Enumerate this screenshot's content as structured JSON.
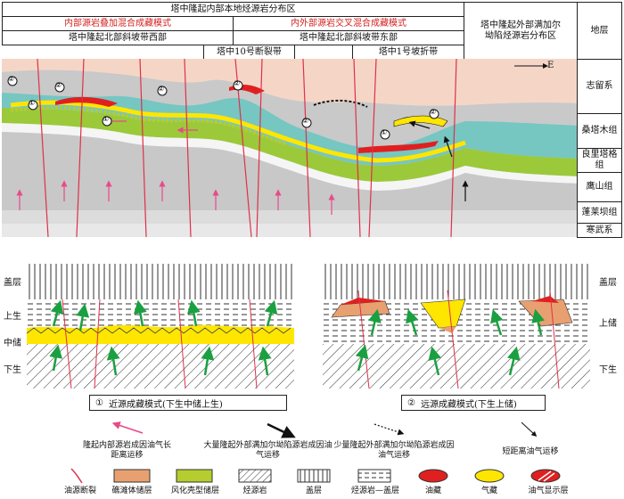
{
  "header": {
    "top_title": "塔中隆起内部本地烃源岩分布区",
    "mode_left": "内部源岩叠加混合成藏模式",
    "mode_right": "内外部源岩交叉混合成藏模式",
    "zone_west": "塔中隆起北部斜坡带西部",
    "zone_east": "塔中隆起北部斜坡带东部",
    "fault_10": "塔中10号断裂带",
    "fault_1": "塔中1号坡折带",
    "outer_zone": "塔中隆起外部满加尔坳陷烃源岩分布区",
    "strata_header": "地层"
  },
  "section": {
    "east_label": "E",
    "marker_1": "①",
    "marker_2": "②",
    "strata": [
      "志留系",
      "桑塔木组",
      "良里塔格组",
      "鹰山组",
      "蓬莱坝组",
      "寒武系"
    ]
  },
  "model_left": {
    "labels": [
      "盖层",
      "上生",
      "中储",
      "下生"
    ],
    "caption": "近源成藏模式(下生中储上生)",
    "num": "①"
  },
  "model_right": {
    "labels": [
      "盖层",
      "上储",
      "下生"
    ],
    "caption": "远源成藏模式(下生上储)",
    "num": "②"
  },
  "legend": {
    "row1": [
      {
        "icon": "pink-arrow",
        "text": "隆起内部源岩成因油气长距离运移"
      },
      {
        "icon": "black-arrow",
        "text": "大量隆起外部满加尔坳陷源岩成因油气运移"
      },
      {
        "icon": "dashed-arrow",
        "text": "少量隆起外部满加尔坳陷源岩成因油气运移"
      },
      {
        "icon": "thin-arrow",
        "text": "短距离油气运移"
      }
    ],
    "row2": [
      "油源断裂",
      "礁滩体储层",
      "风化壳型储层",
      "烃源岩",
      "盖层",
      "烃源岩—盖层",
      "油藏",
      "气藏",
      "油气显示层"
    ]
  },
  "colors": {
    "pink_top": "#f5d6c6",
    "silurian": "#c9c9c9",
    "sangtamu": "#76c6c2",
    "lianglitage": "#9bc93a",
    "yingshan": "#c8c8c8",
    "reef": "#e8a070",
    "weathered": "#b5cd2e",
    "oil": "#e02020",
    "gas": "#ffe600",
    "fault": "#e0304a",
    "green_arrow": "#1aa040"
  }
}
